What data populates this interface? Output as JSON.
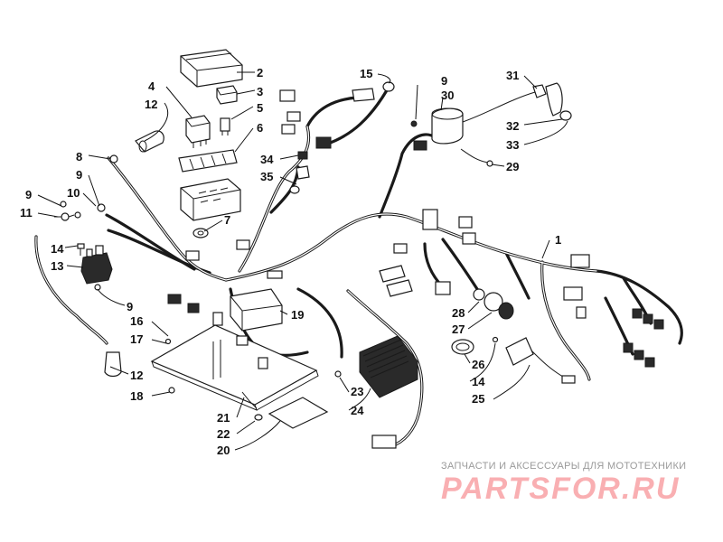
{
  "diagram": {
    "callouts": [
      {
        "id": "c2",
        "label": "2"
      },
      {
        "id": "c3",
        "label": "3"
      },
      {
        "id": "c4",
        "label": "4"
      },
      {
        "id": "c5",
        "label": "5"
      },
      {
        "id": "c6",
        "label": "6"
      },
      {
        "id": "c12a",
        "label": "12"
      },
      {
        "id": "c8",
        "label": "8"
      },
      {
        "id": "c9a",
        "label": "9"
      },
      {
        "id": "c9b",
        "label": "9"
      },
      {
        "id": "c10",
        "label": "10"
      },
      {
        "id": "c11",
        "label": "11"
      },
      {
        "id": "c14a",
        "label": "14"
      },
      {
        "id": "c13",
        "label": "13"
      },
      {
        "id": "c9c",
        "label": "9"
      },
      {
        "id": "c16",
        "label": "16"
      },
      {
        "id": "c17",
        "label": "17"
      },
      {
        "id": "c12b",
        "label": "12"
      },
      {
        "id": "c18",
        "label": "18"
      },
      {
        "id": "c7",
        "label": "7"
      },
      {
        "id": "c19",
        "label": "19"
      },
      {
        "id": "c15",
        "label": "15"
      },
      {
        "id": "c34",
        "label": "34"
      },
      {
        "id": "c35",
        "label": "35"
      },
      {
        "id": "c9d",
        "label": "9"
      },
      {
        "id": "c30",
        "label": "30"
      },
      {
        "id": "c31",
        "label": "31"
      },
      {
        "id": "c32",
        "label": "32"
      },
      {
        "id": "c33",
        "label": "33"
      },
      {
        "id": "c29",
        "label": "29"
      },
      {
        "id": "c1",
        "label": "1"
      },
      {
        "id": "c28",
        "label": "28"
      },
      {
        "id": "c27",
        "label": "27"
      },
      {
        "id": "c26",
        "label": "26"
      },
      {
        "id": "c14b",
        "label": "14"
      },
      {
        "id": "c25",
        "label": "25"
      },
      {
        "id": "c23",
        "label": "23"
      },
      {
        "id": "c24",
        "label": "24"
      },
      {
        "id": "c21",
        "label": "21"
      },
      {
        "id": "c22",
        "label": "22"
      },
      {
        "id": "c20",
        "label": "20"
      }
    ]
  },
  "watermark": {
    "tagline": "ЗАПЧАСТИ И АКСЕССУАРЫ ДЛЯ МОТОТЕХНИКИ",
    "logo": "PARTSFOR.RU",
    "color": "#ee1c25"
  }
}
